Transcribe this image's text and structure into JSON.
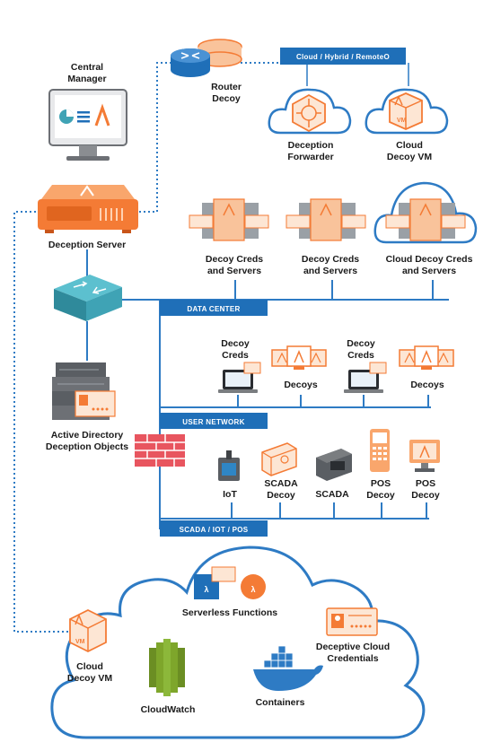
{
  "colors": {
    "accent_orange": "#f47b35",
    "light_orange": "#f9c39b",
    "bar_blue": "#1f6fb8",
    "cloud_stroke": "#2e7bc4",
    "teal": "#3fa3b5",
    "dark": "#1a1a1a",
    "grey": "#7a7d80"
  },
  "labels": {
    "central_manager": [
      "Central",
      "Manager"
    ],
    "router_decoy": [
      "Router",
      "Decoy"
    ],
    "cloud_bar": "Cloud / Hybrid / RemoteO",
    "deception_forwarder": [
      "Deception",
      "Forwarder"
    ],
    "cloud_decoy_vm_top": [
      "Cloud",
      "Decoy VM"
    ],
    "deception_server": "Deception Server",
    "decoy_creds_servers_1": [
      "Decoy Creds",
      "and Servers"
    ],
    "decoy_creds_servers_2": [
      "Decoy Creds",
      "and Servers"
    ],
    "cloud_decoy_creds_servers": [
      "Cloud Decoy Creds",
      "and Servers"
    ],
    "data_center": "DATA CENTER",
    "decoy_creds_1": [
      "Decoy",
      "Creds"
    ],
    "decoys_1": "Decoys",
    "decoy_creds_2": [
      "Decoy",
      "Creds"
    ],
    "decoys_2": "Decoys",
    "user_network": "USER NETWORK",
    "active_directory": [
      "Active Directory",
      "Deception Objects"
    ],
    "iot": "IoT",
    "scada_decoy": [
      "SCADA",
      "Decoy"
    ],
    "scada": "SCADA",
    "pos_decoy_1": [
      "POS",
      "Decoy"
    ],
    "pos_decoy_2": [
      "POS",
      "Decoy"
    ],
    "scada_bar": "SCADA / IOT / POS",
    "serverless_functions": "Serverless Functions",
    "deceptive_cloud_credentials": [
      "Deceptive Cloud",
      "Credentials"
    ],
    "cloud_decoy_vm_bottom": [
      "Cloud",
      "Decoy VM"
    ],
    "cloudwatch": "CloudWatch",
    "containers": "Containers",
    "vm_badge": "VM",
    "lambda": "λ"
  }
}
